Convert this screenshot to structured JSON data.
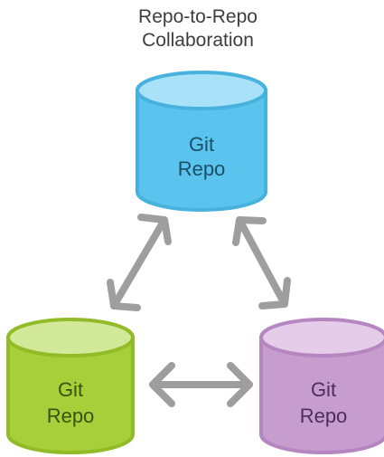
{
  "diagram": {
    "title": [
      "Repo-to-Repo",
      "Collaboration"
    ],
    "repos": [
      {
        "id": "top",
        "label": [
          "Git",
          "Repo"
        ],
        "colors": {
          "body": "#5bc4ee",
          "top": "#a9e2f8",
          "stroke": "#46b2dd",
          "text": "#1c4e66"
        }
      },
      {
        "id": "left",
        "label": [
          "Git",
          "Repo"
        ],
        "colors": {
          "body": "#a6cf3a",
          "top": "#d3e99a",
          "stroke": "#92bb28",
          "text": "#3a5210"
        }
      },
      {
        "id": "right",
        "label": [
          "Git",
          "Repo"
        ],
        "colors": {
          "body": "#c79dd0",
          "top": "#e5cdea",
          "stroke": "#b686c1",
          "text": "#4d2f55"
        }
      }
    ],
    "arrows": [
      {
        "id": "top-left",
        "style": "double-headed",
        "color": "#9e9e9e"
      },
      {
        "id": "top-right",
        "style": "double-headed",
        "color": "#9e9e9e"
      },
      {
        "id": "left-right",
        "style": "double-headed",
        "color": "#9e9e9e"
      }
    ]
  }
}
